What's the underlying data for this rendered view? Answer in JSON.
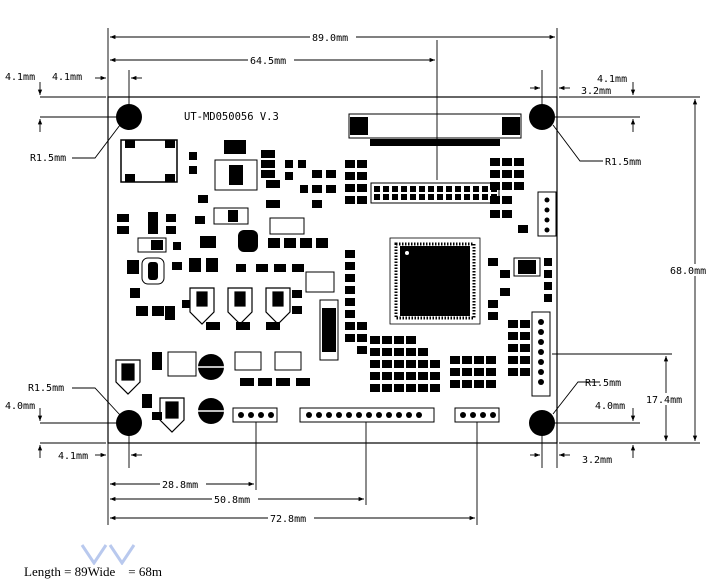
{
  "board": {
    "model": "UT-MD050056  V.3"
  },
  "dimensions": {
    "overall_width": "89.0mm",
    "to_connector": "64.5mm",
    "overall_height": "68.0mm",
    "left_hole_x": "4.1mm",
    "left_hole_x2": "4.1mm",
    "right_hole_top": "4.1mm",
    "right_hole_x": "3.2mm",
    "hole_radius_tl": "R1.5mm",
    "hole_radius_tr": "R1.5mm",
    "hole_radius_bl": "R1.5mm",
    "hole_radius_br": "R1.5mm",
    "left_bottom_y": "4.0mm",
    "left_bottom_x": "4.1mm",
    "right_bottom_y": "4.0mm",
    "right_bottom_x": "3.2mm",
    "right_conn_height": "17.4mm",
    "conn1_x": "28.8mm",
    "conn2_x": "50.8mm",
    "conn3_x": "72.8mm"
  },
  "caption": "Length = 89Wide    = 68m",
  "colors": {
    "line": "#000000",
    "watermark": "#b9c9ee"
  }
}
